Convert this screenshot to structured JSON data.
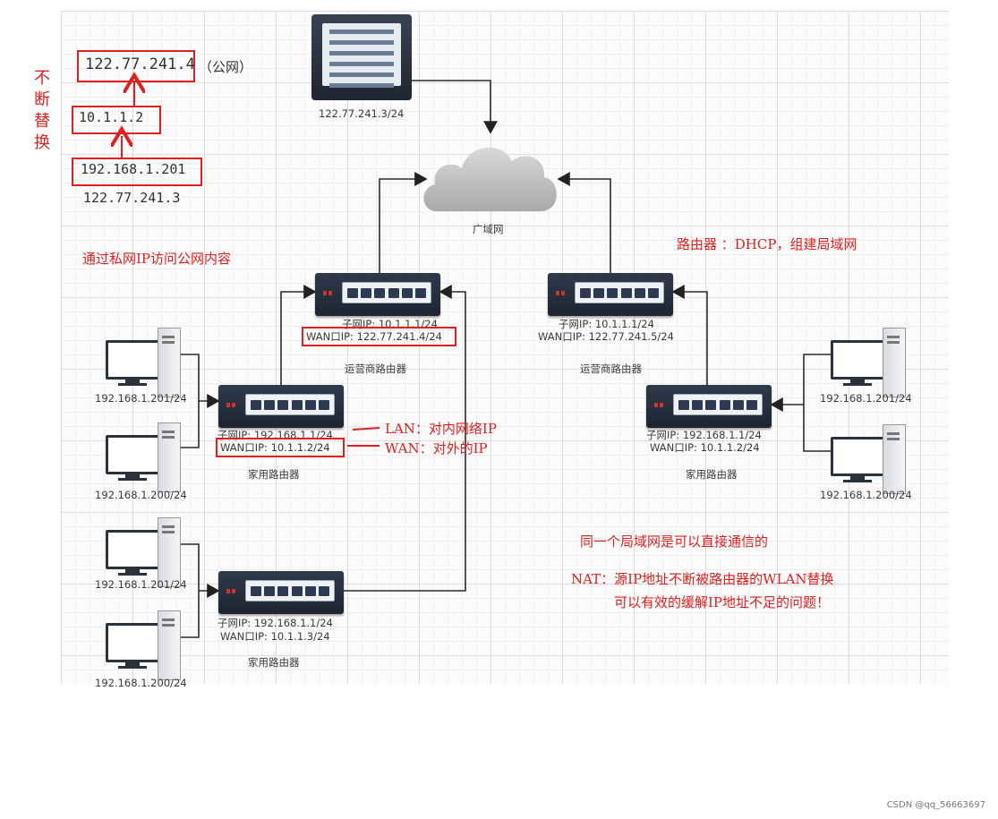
{
  "server": {
    "ip": "122.77.241.3/24"
  },
  "cloud": {
    "label": "广域网"
  },
  "isp_router_left": {
    "lan": "子网IP:  10.1.1.1/24",
    "wan": "WAN口IP:  122.77.241.4/24",
    "name": "运营商路由器"
  },
  "isp_router_right": {
    "lan": "子网IP:  10.1.1.1/24",
    "wan": "WAN口IP:  122.77.241.5/24",
    "name": "运营商路由器"
  },
  "home_router_left1": {
    "lan": "子网IP:  192.168.1.1/24",
    "wan": "WAN口IP:  10.1.1.2/24",
    "name": "家用路由器"
  },
  "home_router_left2": {
    "lan": "子网IP:  192.168.1.1/24",
    "wan": "WAN口IP:  10.1.1.3/24",
    "name": "家用路由器"
  },
  "home_router_right": {
    "lan": "子网IP:  192.168.1.1/24",
    "wan": "WAN口IP:  10.1.1.2/24",
    "name": "家用路由器"
  },
  "pcs": {
    "l1a": "192.168.1.201/24",
    "l1b": "192.168.1.200/24",
    "l2a": "192.168.1.201/24",
    "l2b": "192.168.1.200/24",
    "ra": "192.168.1.201/24",
    "rb": "192.168.1.200/24"
  },
  "notes": {
    "vertical": [
      "不",
      "断",
      "替",
      "换"
    ],
    "ip_public": "122.77.241.4",
    "public_tag": "（公网）",
    "ip_wan": "10.1.1.2",
    "ip_lan": "192.168.1.201",
    "ip_dest": "122.77.241.3",
    "private_access": "通过私网IP访问公网内容",
    "router_dhcp": "路由器 ：DHCP，组建局域网",
    "lan_label": "LAN：对内网络IP",
    "wan_label": "WAN：对外的IP",
    "same_lan": "同一个局域网是可以直接通信的",
    "nat_line1": "NAT：源IP地址不断被路由器的WLAN替换",
    "nat_line2": "可以有效的缓解IP地址不足的问题！"
  },
  "watermark": "CSDN @qq_56663697",
  "colors": {
    "annotation": "#e02020",
    "device": "#1d2532",
    "wire": "#2b2b2b"
  }
}
